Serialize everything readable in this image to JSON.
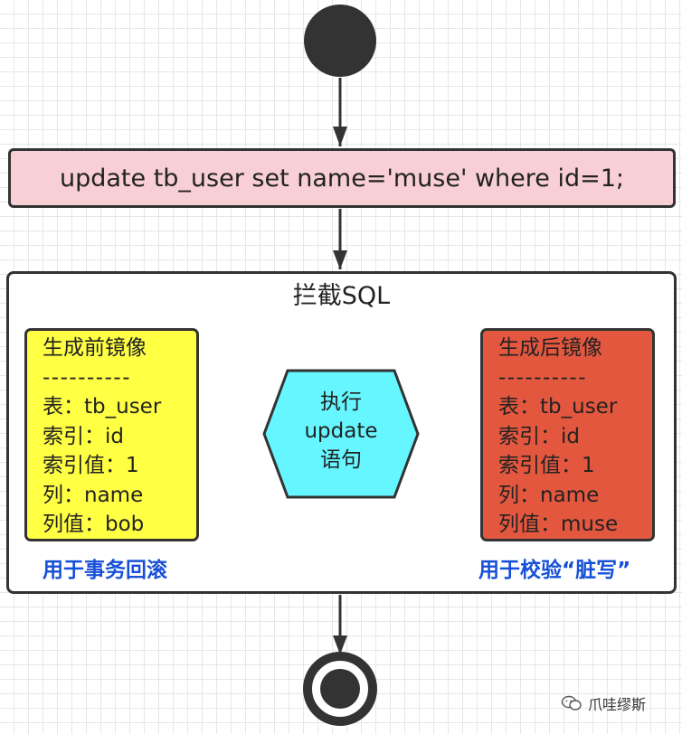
{
  "sql_statement": "update tb_user set name='muse' where id=1;",
  "intercept": {
    "title": "拦截SQL"
  },
  "before_image": {
    "title": "生成前镜像",
    "separator": "----------",
    "table_line": "表：tb_user",
    "index_line": "索引：id",
    "index_value_line": "索引值：1",
    "column_line": "列：name",
    "column_value_line": "列值：bob",
    "caption": "用于事务回滚",
    "fill_color": "#ffff44"
  },
  "execute": {
    "line1": "执行",
    "line2": "update",
    "line3": "语句",
    "fill_color": "#66f6ff"
  },
  "after_image": {
    "title": "生成后镜像",
    "separator": "----------",
    "table_line": "表：tb_user",
    "index_line": "索引：id",
    "index_value_line": "索引值：1",
    "column_line": "列：name",
    "column_value_line": "列值：muse",
    "caption": "用于校验“脏写”",
    "fill_color": "#e4573f"
  },
  "watermark": {
    "icon": "wechat-icon",
    "text": "爪哇缪斯"
  },
  "colors": {
    "sql_fill": "#f8cfd4",
    "caption_text": "#1750d8",
    "node_fill": "#333333"
  }
}
